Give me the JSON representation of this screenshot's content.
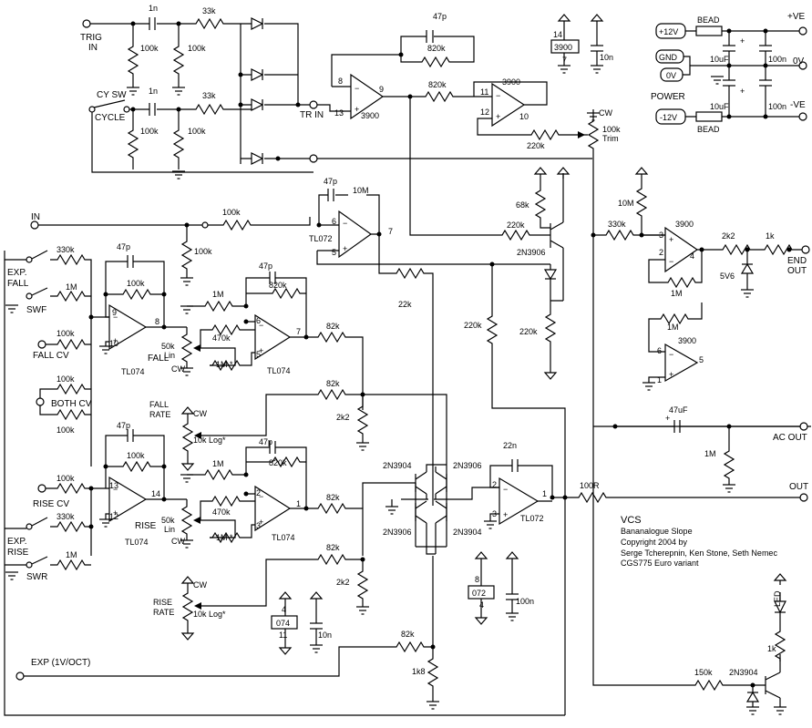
{
  "labels": {
    "trig_in": [
      "TRIG",
      "IN"
    ],
    "cy_sw": "CY SW",
    "cycle": "CYCLE",
    "tr_in": "TR IN",
    "in": "IN",
    "exp_fall": [
      "EXP.",
      "FALL"
    ],
    "swf": "SWF",
    "fall_cv": "FALL CV",
    "both_cv": "BOTH CV",
    "rise_cv": "RISE CV",
    "exp_rise": [
      "EXP.",
      "RISE"
    ],
    "swr": "SWR",
    "fall_rate": [
      "FALL",
      "RATE"
    ],
    "rise_rate": [
      "RISE",
      "RATE"
    ],
    "fall": "FALL",
    "rise": "RISE",
    "exp_1v_oct": "EXP (1V/OCT)",
    "end_out": [
      "END",
      "OUT"
    ],
    "ac_out": "AC OUT",
    "out": "OUT",
    "power": "POWER",
    "bead": "BEAD",
    "plus_ve": "+VE",
    "zero_v": "0V",
    "minus_ve": "-VE",
    "plus12": "+12V",
    "gnd": "GND",
    "minus12": "-12V",
    "cw": "CW",
    "trim": "Trim",
    "led": "LED"
  },
  "components": {
    "c1n": "1n",
    "r33k": "33k",
    "r100k": "100k",
    "c47p": "47p",
    "r820k": "820k",
    "r220k": "220k",
    "r68k": "68k",
    "r10m": "10M",
    "r330k": "330k",
    "r1m": "1M",
    "r470k": "470k",
    "r82k": "82k",
    "r2k2": "2k2",
    "r22k": "22k",
    "r1k": "1k",
    "r1k8": "1k8",
    "r150k": "150k",
    "r100r": "100R",
    "c22n": "22n",
    "c47uf": "47uF",
    "c10uf": "10uF",
    "c10n": "10n",
    "c100n": "100n",
    "pot_50k_lin": [
      "50k",
      "Lin"
    ],
    "pot_10k_log": "10k Log*",
    "pot_100k": "100k",
    "zener": "5V6",
    "r1m_star": "1M *",
    "q2n3904": "2N3904",
    "q2n3906": "2N3906",
    "ic3900": "3900",
    "ic072": "072",
    "ic074": "074",
    "tl072": "TL072",
    "tl074": "TL074"
  },
  "pins": {
    "p1": "1",
    "p2": "2",
    "p3": "3",
    "p4": "4",
    "p5": "5",
    "p6": "6",
    "p7": "7",
    "p8": "8",
    "p9": "9",
    "p10": "10",
    "p11": "11",
    "p12": "12",
    "p13": "13",
    "p14": "14"
  },
  "title_block": {
    "line1": "VCS",
    "line2": "Bananalogue Slope",
    "line3": "Copyright 2004 by",
    "line4": "Serge Tcherepnin, Ken Stone, Seth Nemec",
    "line5": "CGS775 Euro variant"
  }
}
